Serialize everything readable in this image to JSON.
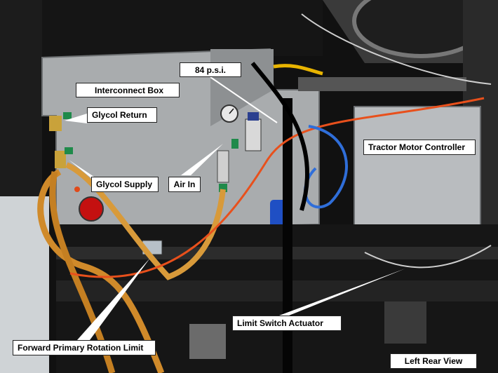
{
  "labels": {
    "interconnect_box": "Interconnect Box",
    "psi": "84 p.s.i.",
    "glycol_return": "Glycol Return",
    "glycol_supply": "Glycol Supply",
    "air_in": "Air In",
    "tractor_motor_controller": "Tractor Motor Controller",
    "limit_switch_actuator": "Limit Switch Actuator",
    "forward_primary_rotation_limit": "Forward Primary Rotation Limit",
    "left_rear_view": "Left Rear View"
  }
}
